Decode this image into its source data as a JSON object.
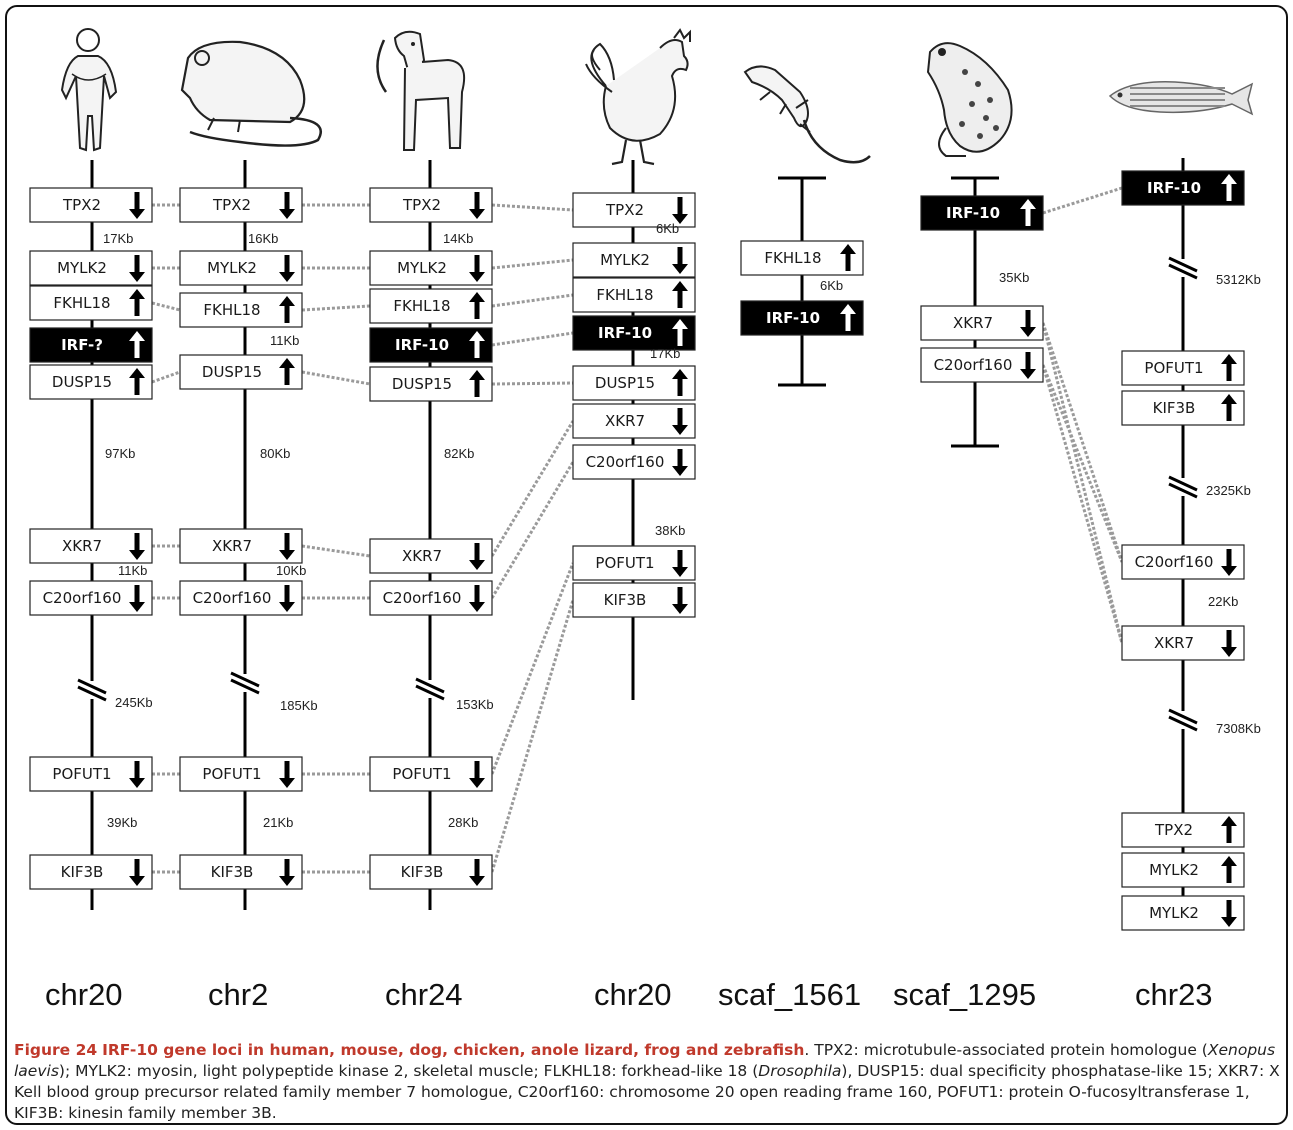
{
  "chromosome_labels": [
    "chr20",
    "chr2",
    "chr24",
    "chr20",
    "scaf_1561",
    "scaf_1295",
    "chr23"
  ],
  "species_icons": [
    "human-icon",
    "mouse-icon",
    "dog-icon",
    "chicken-icon",
    "lizard-icon",
    "frog-icon",
    "zebrafish-icon"
  ],
  "columns": [
    {
      "genes": [
        {
          "name": "TPX2",
          "dir": "down",
          "irf": false
        },
        {
          "name": "MYLK2",
          "dir": "down",
          "irf": false
        },
        {
          "name": "FKHL18",
          "dir": "up",
          "irf": false
        },
        {
          "name": "IRF-?",
          "dir": "up",
          "irf": true
        },
        {
          "name": "DUSP15",
          "dir": "up",
          "irf": false
        },
        {
          "name": "XKR7",
          "dir": "down",
          "irf": false
        },
        {
          "name": "C20orf160",
          "dir": "down",
          "irf": false
        },
        {
          "name": "POFUT1",
          "dir": "down",
          "irf": false
        },
        {
          "name": "KIF3B",
          "dir": "down",
          "irf": false
        }
      ],
      "distances": [
        "17Kb",
        "97Kb",
        "11Kb",
        "245Kb",
        "39Kb"
      ]
    },
    {
      "genes": [
        {
          "name": "TPX2",
          "dir": "down",
          "irf": false
        },
        {
          "name": "MYLK2",
          "dir": "down",
          "irf": false
        },
        {
          "name": "FKHL18",
          "dir": "up",
          "irf": false
        },
        {
          "name": "DUSP15",
          "dir": "up",
          "irf": false
        },
        {
          "name": "XKR7",
          "dir": "down",
          "irf": false
        },
        {
          "name": "C20orf160",
          "dir": "down",
          "irf": false
        },
        {
          "name": "POFUT1",
          "dir": "down",
          "irf": false
        },
        {
          "name": "KIF3B",
          "dir": "down",
          "irf": false
        }
      ],
      "distances": [
        "16Kb",
        "11Kb",
        "80Kb",
        "10Kb",
        "185Kb",
        "21Kb"
      ]
    },
    {
      "genes": [
        {
          "name": "TPX2",
          "dir": "down",
          "irf": false
        },
        {
          "name": "MYLK2",
          "dir": "down",
          "irf": false
        },
        {
          "name": "FKHL18",
          "dir": "up",
          "irf": false
        },
        {
          "name": "IRF-10",
          "dir": "up",
          "irf": true
        },
        {
          "name": "DUSP15",
          "dir": "up",
          "irf": false
        },
        {
          "name": "XKR7",
          "dir": "down",
          "irf": false
        },
        {
          "name": "C20orf160",
          "dir": "down",
          "irf": false
        },
        {
          "name": "POFUT1",
          "dir": "down",
          "irf": false
        },
        {
          "name": "KIF3B",
          "dir": "down",
          "irf": false
        }
      ],
      "distances": [
        "14Kb",
        "82Kb",
        "153Kb",
        "28Kb"
      ]
    },
    {
      "genes": [
        {
          "name": "TPX2",
          "dir": "down",
          "irf": false
        },
        {
          "name": "MYLK2",
          "dir": "down",
          "irf": false
        },
        {
          "name": "FKHL18",
          "dir": "up",
          "irf": false
        },
        {
          "name": "IRF-10",
          "dir": "up",
          "irf": true
        },
        {
          "name": "DUSP15",
          "dir": "up",
          "irf": false
        },
        {
          "name": "XKR7",
          "dir": "down",
          "irf": false
        },
        {
          "name": "C20orf160",
          "dir": "down",
          "irf": false
        },
        {
          "name": "POFUT1",
          "dir": "down",
          "irf": false
        },
        {
          "name": "KIF3B",
          "dir": "down",
          "irf": false
        }
      ],
      "distances": [
        "6Kb",
        "17Kb",
        "38Kb"
      ]
    },
    {
      "genes": [
        {
          "name": "FKHL18",
          "dir": "up",
          "irf": false
        },
        {
          "name": "IRF-10",
          "dir": "up",
          "irf": true
        }
      ],
      "distances": [
        "6Kb"
      ]
    },
    {
      "genes": [
        {
          "name": "IRF-10",
          "dir": "up",
          "irf": true
        },
        {
          "name": "XKR7",
          "dir": "down",
          "irf": false
        },
        {
          "name": "C20orf160",
          "dir": "down",
          "irf": false
        }
      ],
      "distances": [
        "35Kb"
      ]
    },
    {
      "genes": [
        {
          "name": "IRF-10",
          "dir": "up",
          "irf": true
        },
        {
          "name": "POFUT1",
          "dir": "up",
          "irf": false
        },
        {
          "name": "KIF3B",
          "dir": "up",
          "irf": false
        },
        {
          "name": "C20orf160",
          "dir": "down",
          "irf": false
        },
        {
          "name": "XKR7",
          "dir": "down",
          "irf": false
        },
        {
          "name": "TPX2",
          "dir": "up",
          "irf": false
        },
        {
          "name": "MYLK2",
          "dir": "up",
          "irf": false
        },
        {
          "name": "MYLK2",
          "dir": "down",
          "irf": false
        }
      ],
      "distances": [
        "5312Kb",
        "2325Kb",
        "22Kb",
        "7308Kb"
      ]
    }
  ],
  "caption": {
    "label": "Figure 24",
    "title": "IRF-10 gene loci in human, mouse, dog, chicken, anole lizard, frog and zebrafish",
    "body": [
      {
        "t": ". TPX2: microtubule-associated protein homologue (",
        "i": false
      },
      {
        "t": "Xenopus laevis",
        "i": true
      },
      {
        "t": "); MYLK2: myosin, light polypeptide kinase 2, skeletal muscle; FLKHL18: forkhead-like 18 (",
        "i": false
      },
      {
        "t": "Drosophila",
        "i": true
      },
      {
        "t": "), DUSP15: dual specificity phosphatase-like 15; XKR7: X Kell blood group precursor related family member 7 homologue, C20orf160: chromosome 20 open reading frame 160, POFUT1: protein O-fucosyltransferase 1, KIF3B: kinesin family member 3B.",
        "i": false
      }
    ]
  }
}
